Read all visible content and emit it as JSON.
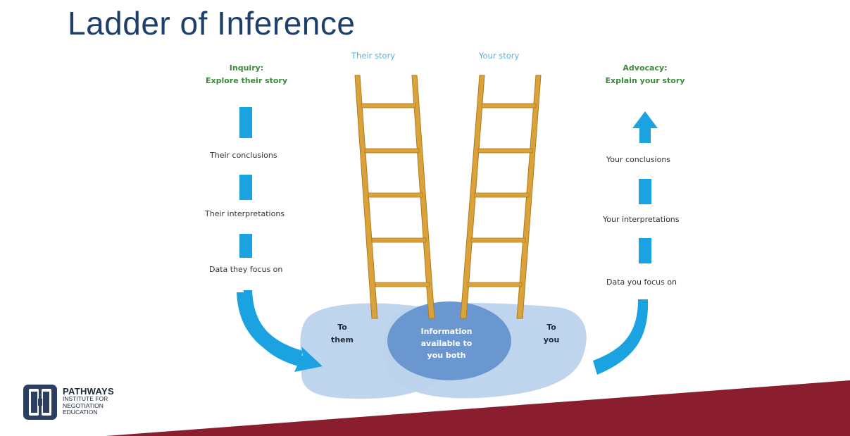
{
  "title": "Ladder of Inference",
  "left": {
    "header_line1": "Inquiry:",
    "header_line2": "Explore their story",
    "steps": [
      "Their conclusions",
      "Their interpretations",
      "Data they focus on"
    ]
  },
  "right": {
    "header_line1": "Advocacy:",
    "header_line2": "Explain your story",
    "steps": [
      "Your conclusions",
      "Your interpretations",
      "Data you focus on"
    ]
  },
  "ladders": {
    "left_label": "Their story",
    "right_label": "Your story"
  },
  "pool": {
    "left_line1": "To",
    "left_line2": "them",
    "center_line1": "Information",
    "center_line2": "available to",
    "center_line3": "you both",
    "right_line1": "To",
    "right_line2": "you"
  },
  "logo": {
    "name": "PATHWAYS",
    "sub_line1": "INSTITUTE FOR",
    "sub_line2": "NEGOTIATION",
    "sub_line3": "EDUCATION"
  },
  "colors": {
    "title": "#1f3f6b",
    "arrow": "#1aa3e0",
    "ladder": "#d9a23a",
    "pool": "#b7d0ea",
    "overlap": "#5f8fcb",
    "footer_band": "#8b1e2e",
    "header_green": "#3a8a3a"
  }
}
